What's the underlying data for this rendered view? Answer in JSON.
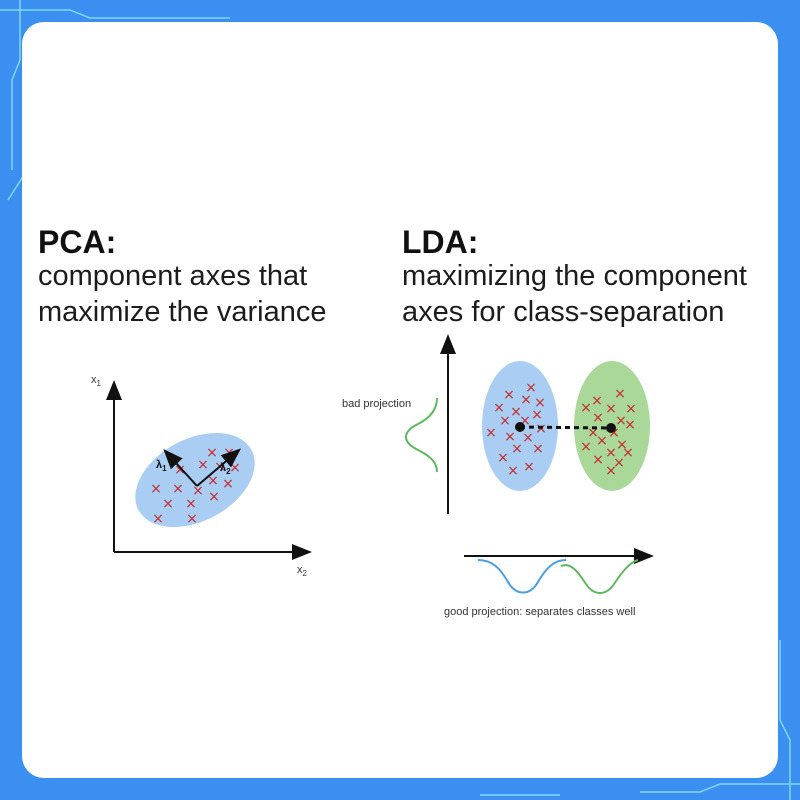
{
  "pca": {
    "title": "PCA:",
    "subtitle_line1": "component axes that",
    "subtitle_line2": "maximize the variance",
    "axis_y_label": "x",
    "axis_y_sub": "1",
    "axis_x_label": "x",
    "axis_x_sub": "2",
    "lambda1": "λ",
    "lambda1_sub": "1",
    "lambda2": "λ",
    "lambda2_sub": "2"
  },
  "lda": {
    "title": "LDA:",
    "subtitle_line1": "maximizing the component",
    "subtitle_line2": "axes for class-separation",
    "bad_projection": "bad projection",
    "good_projection": "good projection: separates classes well"
  },
  "symbols": {
    "cross": "×"
  },
  "colors": {
    "frame": "#3a8ff0",
    "class_blue": "#a9cdf3",
    "class_green": "#a9d898",
    "cross": "#c62828",
    "curve_green": "#5cb85c",
    "curve_blue": "#4a9fe0"
  }
}
